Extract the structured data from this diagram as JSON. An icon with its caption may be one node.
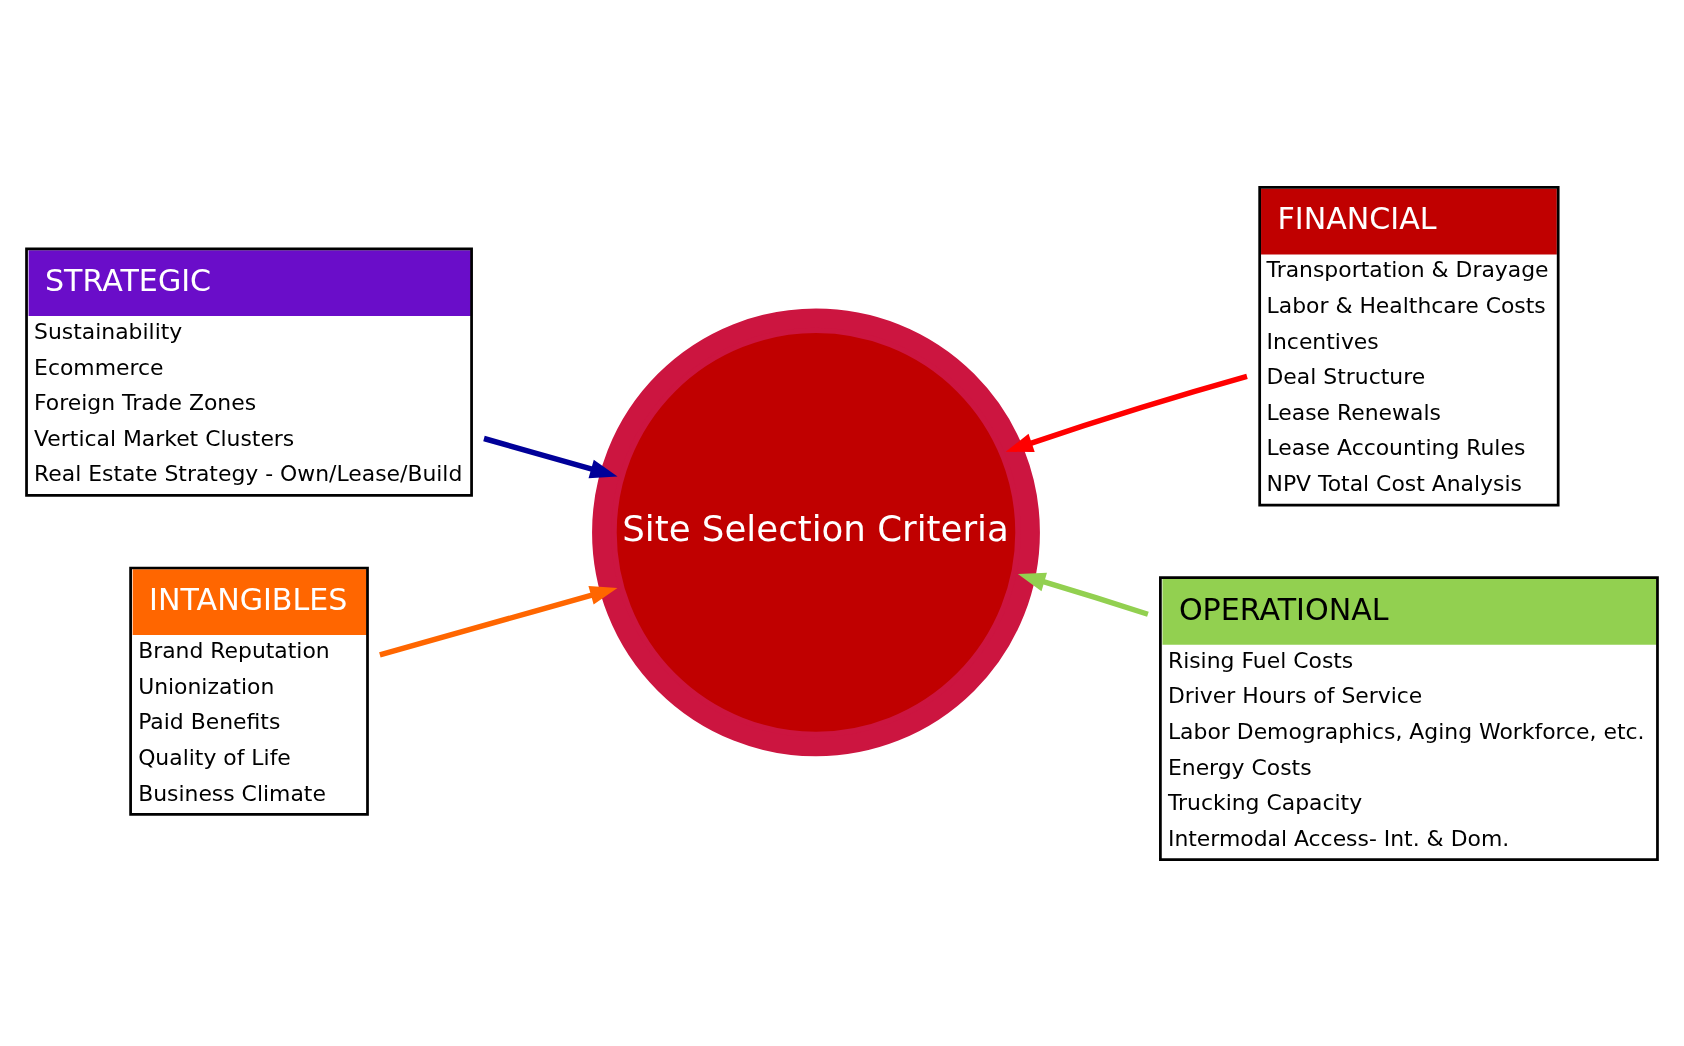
{
  "diagram": {
    "nodes": [
      {
        "text": [
          "STRATEGIC",
          "Sustainability",
          "Ecommerce",
          "Foreign Trade Zones",
          "Vertical Market Clusters",
          "Real Estate Strategy - Own/Lease/Build"
        ]
      },
      {
        "text": [
          "FINANCIAL",
          "Transportation & Drayage",
          "Labor & Healthcare Costs",
          "Incentives",
          "Deal Structure",
          "Lease Renewals",
          "Lease Accounting Rules",
          "NPV Total Cost Analysis"
        ]
      },
      {
        "text": [
          "Site Selection Criteria"
        ]
      },
      {
        "text": [
          "INTANGIBLES",
          "Brand Reputation",
          "Unionization",
          "Paid Benefits",
          "Quality of Life",
          "Business Climate"
        ]
      },
      {
        "text": [
          "OPERATIONAL",
          "Rising Fuel Costs",
          "Driver Hours of Service",
          "Labor Demographics, Aging Workforce, etc.",
          "Energy Costs",
          "Trucking Capacity",
          "Intermodal Access- Int. & Dom."
        ]
      }
    ],
    "edges": [
      {
        "from": 0,
        "to": 2,
        "arrow": "to",
        "color": "#000099"
      },
      {
        "from": 1,
        "to": 2,
        "arrow": "to",
        "color": "#ff0000"
      },
      {
        "from": 3,
        "to": 2,
        "arrow": "to",
        "color": "#ff6600"
      },
      {
        "from": 4,
        "to": 2,
        "arrow": "to",
        "color": "#92d050"
      }
    ]
  }
}
